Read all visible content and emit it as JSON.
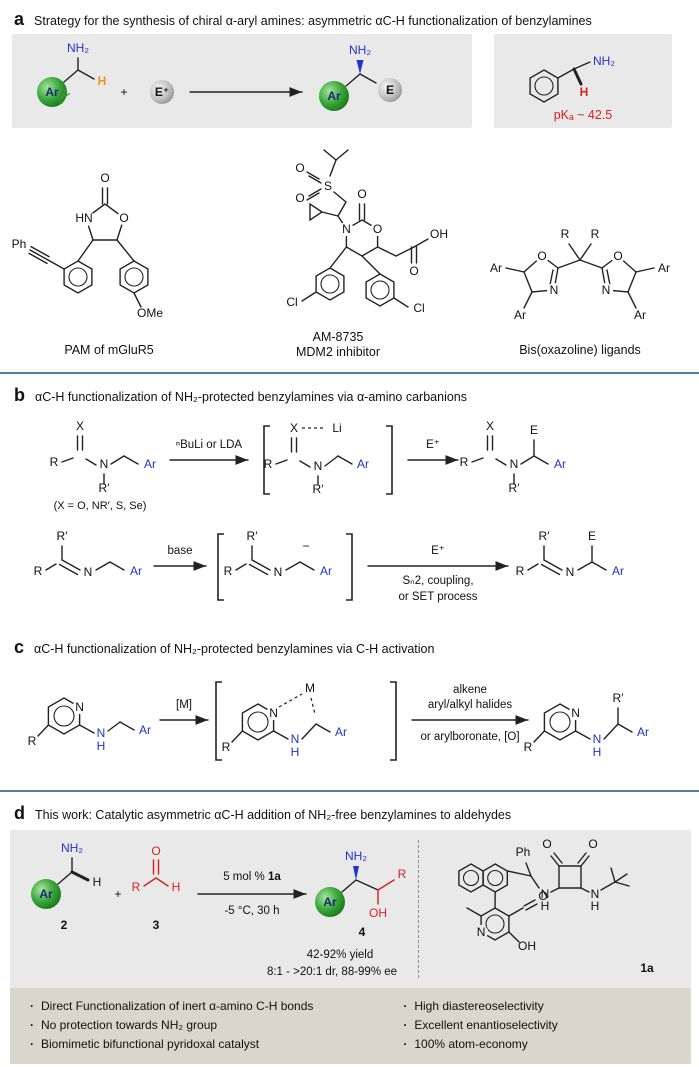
{
  "colors": {
    "nitrogen_blue": "#2233c9",
    "oxygen_red": "#d92020",
    "aryl_green": "#2f9e2f",
    "h_orange": "#e8971e",
    "divider_teal": "#51809a",
    "panel_gray": "#e9e9e9",
    "footer_gray": "#d9d6cb",
    "electrophile_gray": "#b9b9b9",
    "scissors_green": "#3a9e3a"
  },
  "icons": {
    "scissors": "✂"
  },
  "a": {
    "label": "a",
    "title": "Strategy for the synthesis of chiral α-aryl amines: asymmetric αC-H functionalization of benzylamines",
    "rx": {
      "ar": "Ar",
      "nh2": "NH₂",
      "h": "H",
      "plus": "+",
      "e": "E⁺",
      "ar2": "Ar",
      "nh2b": "NH₂",
      "e2": "E"
    },
    "pk": {
      "nh2": "NH₂",
      "h": "H",
      "pka": "pKₐ ~ 42.5"
    },
    "s1": {
      "ph": "Ph",
      "hn": "HN",
      "o1": "O",
      "o2": "O",
      "ome": "OMe",
      "cap": "PAM of mGluR5"
    },
    "s2": {
      "o1": "O",
      "o2": "O",
      "s": "S",
      "o3": "O",
      "n": "N",
      "o4": "O",
      "o5": "O",
      "oh": "OH",
      "cl1": "Cl",
      "cl2": "Cl",
      "cap1": "AM-8735",
      "cap2": "MDM2 inhibitor"
    },
    "s3": {
      "r1": "R",
      "r2": "R",
      "o1": "O",
      "n1": "N",
      "n2": "N",
      "o2": "O",
      "ar1": "Ar",
      "ar2": "Ar",
      "ar3": "Ar",
      "ar4": "Ar",
      "cap": "Bis(oxazoline) ligands"
    }
  },
  "b": {
    "label": "b",
    "title": "αC-H functionalization of NH₂-protected benzylamines via α-amino carbanions",
    "r1": {
      "x": "X",
      "r": "R",
      "n": "N",
      "rp": "R′",
      "ar": "Ar",
      "note": "(X = O, NR′, S, Se)",
      "a1": "ⁿBuLi or LDA",
      "ix": "X",
      "ili": "Li",
      "ir": "R",
      "in": "N",
      "irp": "R′",
      "iar": "Ar",
      "a2": "E⁺",
      "px": "X",
      "pe": "E",
      "pr": "R",
      "pn": "N",
      "prp": "R′",
      "par": "Ar"
    },
    "r2": {
      "rp": "R′",
      "r": "R",
      "n": "N",
      "ar": "Ar",
      "a1": "base",
      "irp": "R′",
      "ir": "R",
      "in": "N",
      "iminus": "−",
      "iar": "Ar",
      "a2": "E⁺",
      "a2b": "Sₙ2, coupling,",
      "a2c": "or SET process",
      "prp": "R′",
      "pe": "E",
      "pr": "R",
      "pn": "N",
      "par": "Ar"
    }
  },
  "c": {
    "label": "c",
    "title": "αC-H functionalization of NH₂-protected benzylamines via C-H activation",
    "s": {
      "npy": "N",
      "r": "R",
      "n": "N",
      "h": "H",
      "ar": "Ar"
    },
    "a1": "[M]",
    "i": {
      "npy": "N",
      "m": "M",
      "r": "R",
      "n": "N",
      "h": "H",
      "ar": "Ar"
    },
    "a2a": "alkene",
    "a2b": "aryl/alkyl halides",
    "a2c": "or arylboronate, [O]",
    "p": {
      "npy": "N",
      "r": "R",
      "n": "N",
      "h": "H",
      "rp": "R′",
      "ar": "Ar"
    }
  },
  "d": {
    "label": "d",
    "title": "This work: Catalytic asymmetric αC-H addition of NH₂-free benzylamines to aldehydes",
    "rx": {
      "ar": "Ar",
      "nh2": "NH₂",
      "h": "H",
      "c2": "2",
      "plus": "+",
      "o": "O",
      "r": "R",
      "h2": "H",
      "c3": "3",
      "cond1": "5 mol % ",
      "cond1b": "1a",
      "cond2": "-5 °C, 30 h",
      "ar2": "Ar",
      "nh2b": "NH₂",
      "oh": "OH",
      "r2": "R",
      "c4": "4",
      "yield": "42-92% yield",
      "sel": "8:1 - >20:1 dr, 88-99% ee"
    },
    "cat": {
      "o1": "O",
      "o2": "O",
      "ph": "Ph",
      "n1": "N",
      "h1": "H",
      "n2": "N",
      "h2": "H",
      "npy": "N",
      "o3": "O",
      "oh": "OH",
      "label": "1a"
    },
    "left": [
      "Direct Functionalization of inert α-amino C-H bonds",
      "No protection towards NH₂ group",
      "Biomimetic bifunctional pyridoxal catalyst"
    ],
    "right": [
      "High diastereoselectivity",
      "Excellent enantioselectivity",
      "100% atom-economy"
    ]
  }
}
